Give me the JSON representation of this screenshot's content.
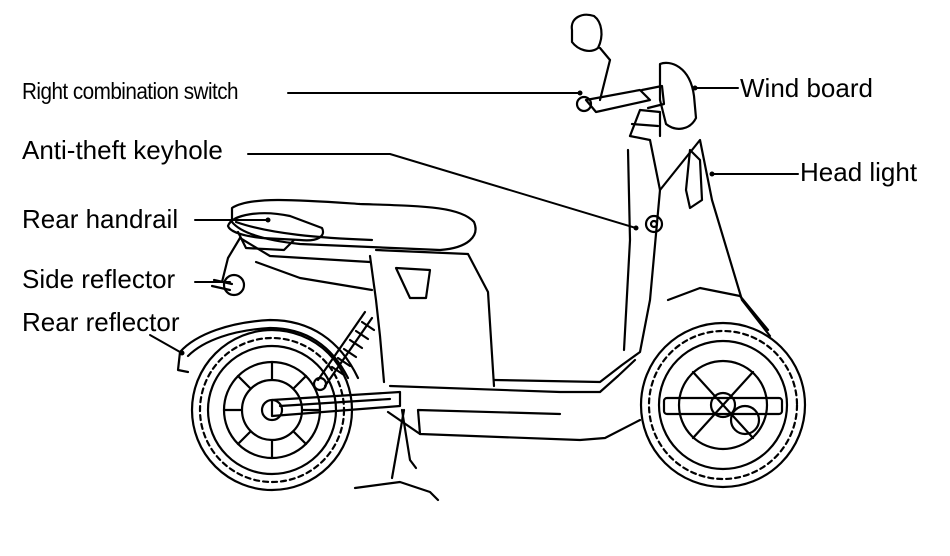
{
  "diagram": {
    "labels": {
      "right_combination_switch": "Right combination switch",
      "anti_theft_keyhole": "Anti-theft keyhole",
      "rear_handrail": "Rear handrail",
      "side_reflector": "Side reflector",
      "rear_reflector": "Rear reflector",
      "wind_board": "Wind board",
      "head_light": "Head light"
    },
    "colors": {
      "line": "#000000",
      "background": "#ffffff"
    }
  }
}
